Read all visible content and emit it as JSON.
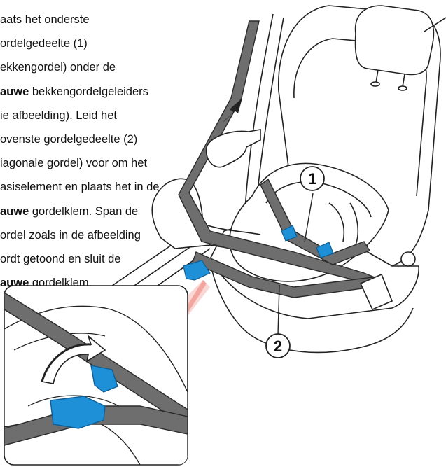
{
  "instruction": {
    "lines": [
      [
        {
          "t": "aats het onderste",
          "b": false
        }
      ],
      [
        {
          "t": "ordelgedeelte (1)",
          "b": false
        }
      ],
      [
        {
          "t": "ekkengordel) onder de",
          "b": false
        }
      ],
      [
        {
          "t": "auwe",
          "b": true
        },
        {
          "t": " bekkengordelgeleiders",
          "b": false
        }
      ],
      [
        {
          "t": "ie afbeelding). Leid het",
          "b": false
        }
      ],
      [
        {
          "t": "ovenste gordelgedeelte (2)",
          "b": false
        }
      ],
      [
        {
          "t": "iagonale gordel) voor om het",
          "b": false
        }
      ],
      [
        {
          "t": "asiselement en plaats het in de",
          "b": false
        }
      ],
      [
        {
          "t": "auwe",
          "b": true
        },
        {
          "t": " gordelklem. Span de",
          "b": false
        }
      ],
      [
        {
          "t": "ordel zoals in de afbeelding",
          "b": false
        }
      ],
      [
        {
          "t": "ordt getoond en sluit de",
          "b": false
        }
      ],
      [
        {
          "t": "auwe",
          "b": true
        },
        {
          "t": " gordelklem.",
          "b": false
        }
      ]
    ]
  },
  "callouts": {
    "one": "1",
    "two": "2"
  },
  "colors": {
    "belt": "#6e6e6e",
    "belt_edge": "#2b2b2b",
    "clip_blue": "#1e90d8",
    "clip_blue_dark": "#0e5e96",
    "outline": "#222222",
    "zoom_cone": "#e85a4f"
  },
  "icons": {
    "direction_arrow": "arrow-up-right-icon",
    "rotation_arrow": "curved-arrow-icon"
  }
}
